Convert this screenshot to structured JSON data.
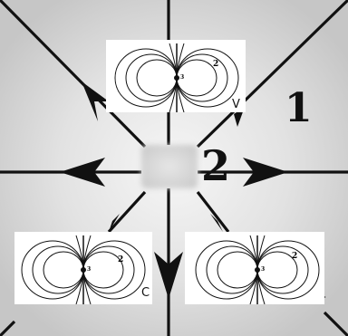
{
  "labels": {
    "region_1": "1",
    "region_2": "2",
    "v": "V",
    "c": "C",
    "inset_2": "2",
    "inset_3": "3"
  },
  "colors": {
    "background_light": "#f4f4f4",
    "background_shade": "#cfcfcf",
    "lines": "#111111"
  },
  "icons": {
    "arrow_right": "right-arrow-icon"
  }
}
